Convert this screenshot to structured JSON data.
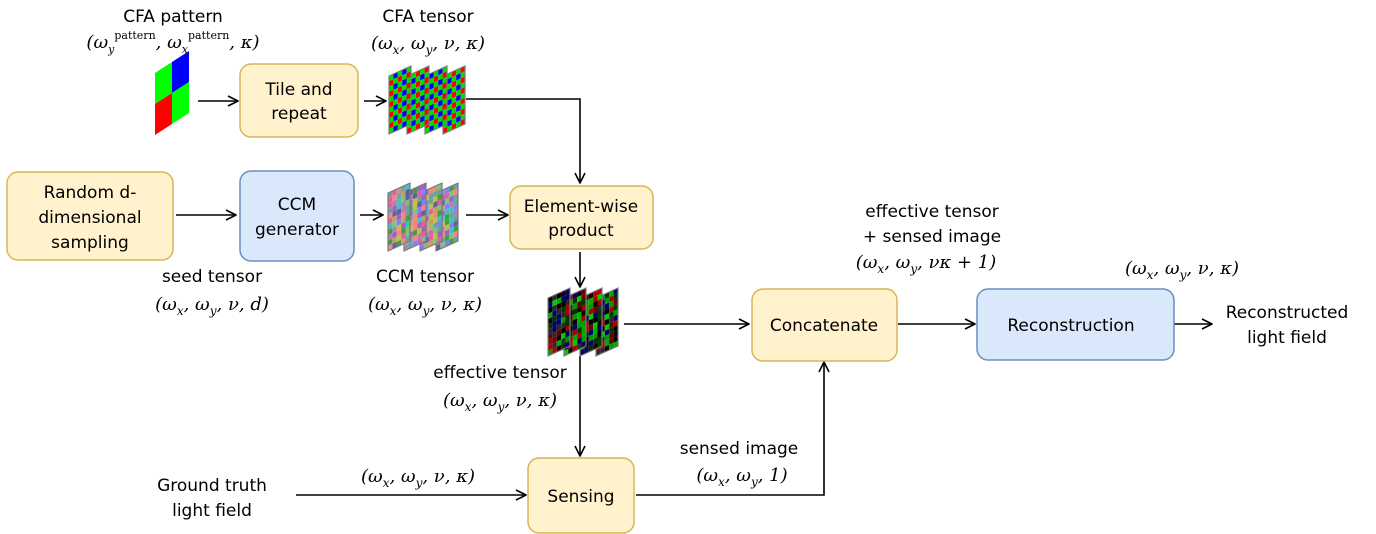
{
  "nodes": {
    "tile": [
      "Tile and",
      "repeat"
    ],
    "random": [
      "Random d-",
      "dimensional",
      "sampling"
    ],
    "ccm_gen": [
      "CCM",
      "generator"
    ],
    "elementwise": [
      "Element-wise",
      "product"
    ],
    "concatenate": [
      "Concatenate"
    ],
    "reconstruction": [
      "Reconstruction"
    ],
    "sensing": [
      "Sensing"
    ]
  },
  "labels": {
    "cfa_pattern": "CFA pattern",
    "cfa_pattern_shape": "(ωy^pattern, ωx^pattern, κ)",
    "cfa_tensor": "CFA tensor",
    "cfa_tensor_shape": "(ωx, ωy, ν, κ)",
    "seed_tensor": "seed tensor",
    "seed_tensor_shape": "(ωx, ωy, ν, d)",
    "ccm_tensor": "CCM tensor",
    "ccm_tensor_shape": "(ωx, ωy, ν, κ)",
    "effective_tensor": "effective tensor",
    "effective_tensor_shape": "(ωx, ωy, ν, κ)",
    "concat_label_1": "effective tensor",
    "concat_label_2": "+ sensed image",
    "concat_shape": "(ωx, ωy, νκ + 1)",
    "recon_shape": "(ωx, ωy, ν, κ)",
    "reconstructed": [
      "Reconstructed",
      "light field"
    ],
    "ground_truth": [
      "Ground truth",
      "light field"
    ],
    "gt_shape": "(ωx, ωy, ν, κ)",
    "sensed_image": "sensed image",
    "sensed_image_shape": "(ωx, ωy, 1)"
  },
  "colors": {
    "yellow_fill": "#fff2cc",
    "yellow_stroke": "#d6b656",
    "blue_fill": "#dae8fc",
    "blue_stroke": "#6c8ebf"
  }
}
